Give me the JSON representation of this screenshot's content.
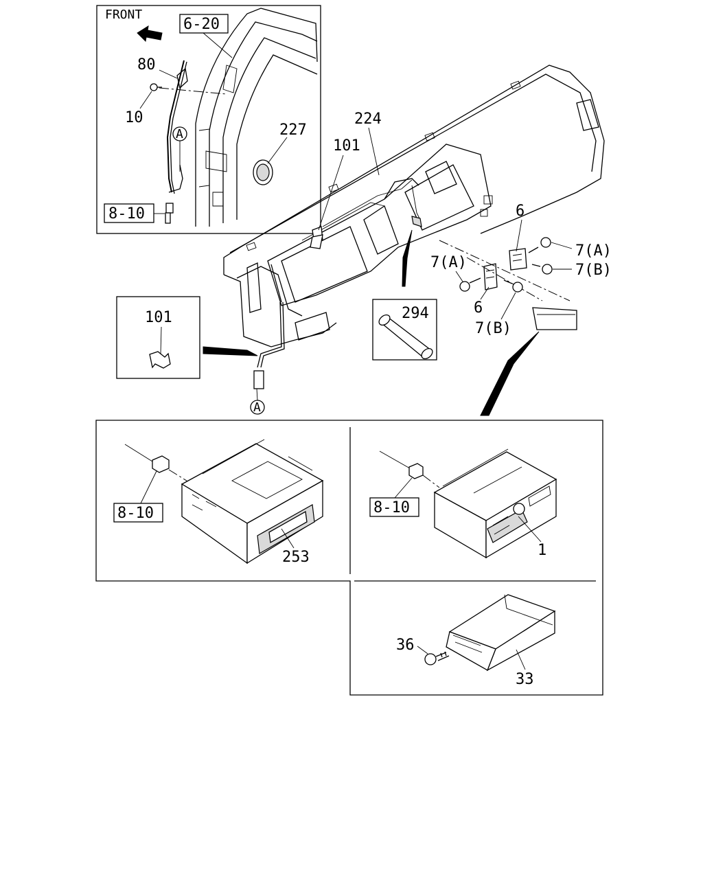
{
  "inset_top": {
    "front_label": "FRONT",
    "ref_body": "6-20",
    "ref_harness": "8-10",
    "callouts": {
      "rod": "80",
      "screw": "10",
      "connector": "A",
      "grommet": "227"
    }
  },
  "main": {
    "callouts": {
      "dashboard": "224",
      "clip": "101",
      "bracket_upper": "6",
      "bracket_lower": "6",
      "bolt_a_upper": "7(A)",
      "bolt_b_upper": "7(B)",
      "bolt_a_lower": "7(A)",
      "bolt_b_lower": "7(B)",
      "antenna_end": "A"
    }
  },
  "inset_clip": {
    "callout": "101"
  },
  "inset_tube": {
    "callout": "294"
  },
  "panel_left": {
    "ref_harness": "8-10",
    "callout": "253"
  },
  "panel_right": {
    "ref_harness": "8-10",
    "callout": "1"
  },
  "panel_bottom": {
    "callout_screw": "36",
    "callout_tray": "33"
  }
}
